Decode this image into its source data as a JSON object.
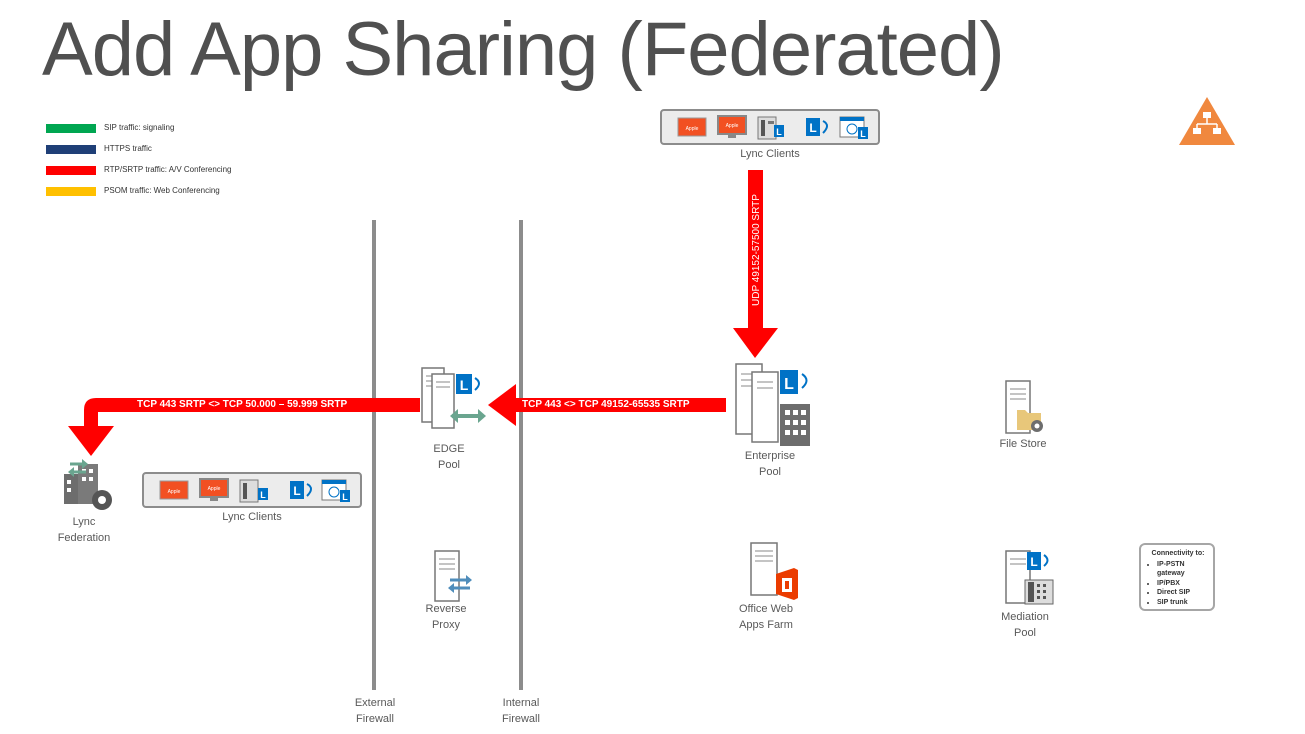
{
  "title": "Add App Sharing (Federated)",
  "legend": [
    {
      "color": "#00a651",
      "label": "SIP traffic: signaling"
    },
    {
      "color": "#1f3f77",
      "label": "HTTPS traffic"
    },
    {
      "color": "#ff0000",
      "label": "RTP/SRTP traffic: A/V Conferencing"
    },
    {
      "color": "#ffc000",
      "label": "PSOM traffic: Web Conferencing"
    }
  ],
  "nodes": {
    "lync_clients_top": "Lync Clients",
    "lync_clients_external": "Lync Clients",
    "edge_pool": "EDGE\nPool",
    "enterprise_pool": "Enterprise\nPool",
    "file_store": "File Store",
    "lync_federation": "Lync\nFederation",
    "reverse_proxy": "Reverse\nProxy",
    "office_web_apps": "Office Web\nApps Farm",
    "mediation_pool": "Mediation\nPool",
    "external_firewall": "External\nFirewall",
    "internal_firewall": "Internal\nFirewall"
  },
  "flows": {
    "clients_to_enterprise": "UDP 49152-57500 SRTP",
    "enterprise_to_edge": "TCP 443 <> TCP 49152-65535 SRTP",
    "edge_to_federation": "TCP 443 SRTP <> TCP 50.000 – 59.999 SRTP"
  },
  "client_device_label": "Apple",
  "connectivity": {
    "header": "Connectivity to:",
    "items": [
      "IP-PSTN gateway",
      "IP/PBX",
      "Direct SIP",
      "SIP trunk"
    ]
  },
  "colors": {
    "flow_red": "#ff0000",
    "lync_blue": "#0072c6",
    "office_orange": "#eb3c00",
    "diagram_orange": "#f0883e",
    "firewall_gray": "#8c8c8c"
  },
  "icons": [
    "server-icon",
    "lync-icon",
    "building-icon",
    "folder-icon",
    "phone-icon",
    "office-icon",
    "gear-icon",
    "arrows-icon",
    "monitor-icon",
    "browser-icon",
    "diagram-icon"
  ]
}
